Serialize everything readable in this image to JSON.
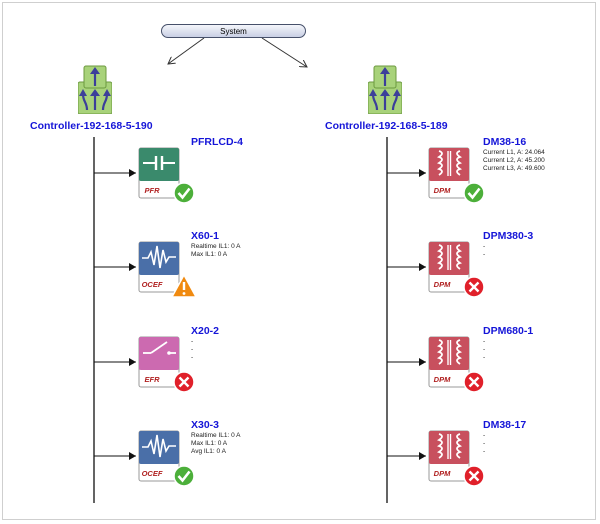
{
  "root": {
    "label": "System"
  },
  "controllers": [
    {
      "name": "Controller-192-168-5-190",
      "devices": [
        {
          "name": "PFRLCD-4",
          "type": "PFR",
          "status": "ok",
          "lines": []
        },
        {
          "name": "X60-1",
          "type": "OCEF",
          "status": "warning",
          "lines": [
            "Realtime IL1: 0 A",
            "Max IL1: 0 A"
          ]
        },
        {
          "name": "X20-2",
          "type": "EFR",
          "status": "error",
          "lines": [
            "-",
            "-",
            "-"
          ]
        },
        {
          "name": "X30-3",
          "type": "OCEF",
          "status": "ok",
          "lines": [
            "Realtime IL1: 0 A",
            "Max IL1: 0 A",
            "Avg IL1: 0 A"
          ]
        }
      ]
    },
    {
      "name": "Controller-192-168-5-189",
      "devices": [
        {
          "name": "DM38-16",
          "type": "DPM",
          "status": "ok",
          "lines": [
            "Current L1, A: 24.064",
            "Current L2, A: 45.200",
            "Current L3, A: 49.600"
          ]
        },
        {
          "name": "DPM380-3",
          "type": "DPM",
          "status": "error",
          "lines": [
            "-",
            "-"
          ]
        },
        {
          "name": "DPM680-1",
          "type": "DPM",
          "status": "error",
          "lines": [
            "-",
            "-",
            "-"
          ]
        },
        {
          "name": "DM38-17",
          "type": "DPM",
          "status": "error",
          "lines": [
            "-",
            "-",
            "-"
          ]
        }
      ]
    }
  ],
  "colors": {
    "link": "#1515d8",
    "ok": "#4caf3a",
    "warning": "#f08a10",
    "error": "#e0202a",
    "pfr": "#3a8a6c",
    "ocef": "#4a6fa8",
    "efr": "#cc6ab0",
    "dpm": "#c8505e"
  }
}
